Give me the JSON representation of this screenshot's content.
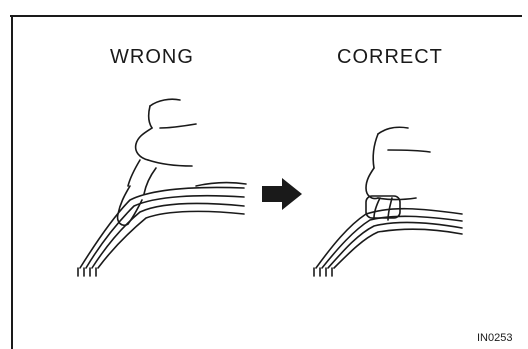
{
  "labels": {
    "wrong": "WRONG",
    "correct": "CORRECT"
  },
  "figure_code": "IN0253",
  "icons": {
    "wrong_illustration": "hand-pulling-wires-icon",
    "correct_illustration": "hand-pulling-connector-icon",
    "arrow": "right-arrow-icon"
  },
  "colors": {
    "ink": "#1a1a1a",
    "background": "#ffffff"
  }
}
